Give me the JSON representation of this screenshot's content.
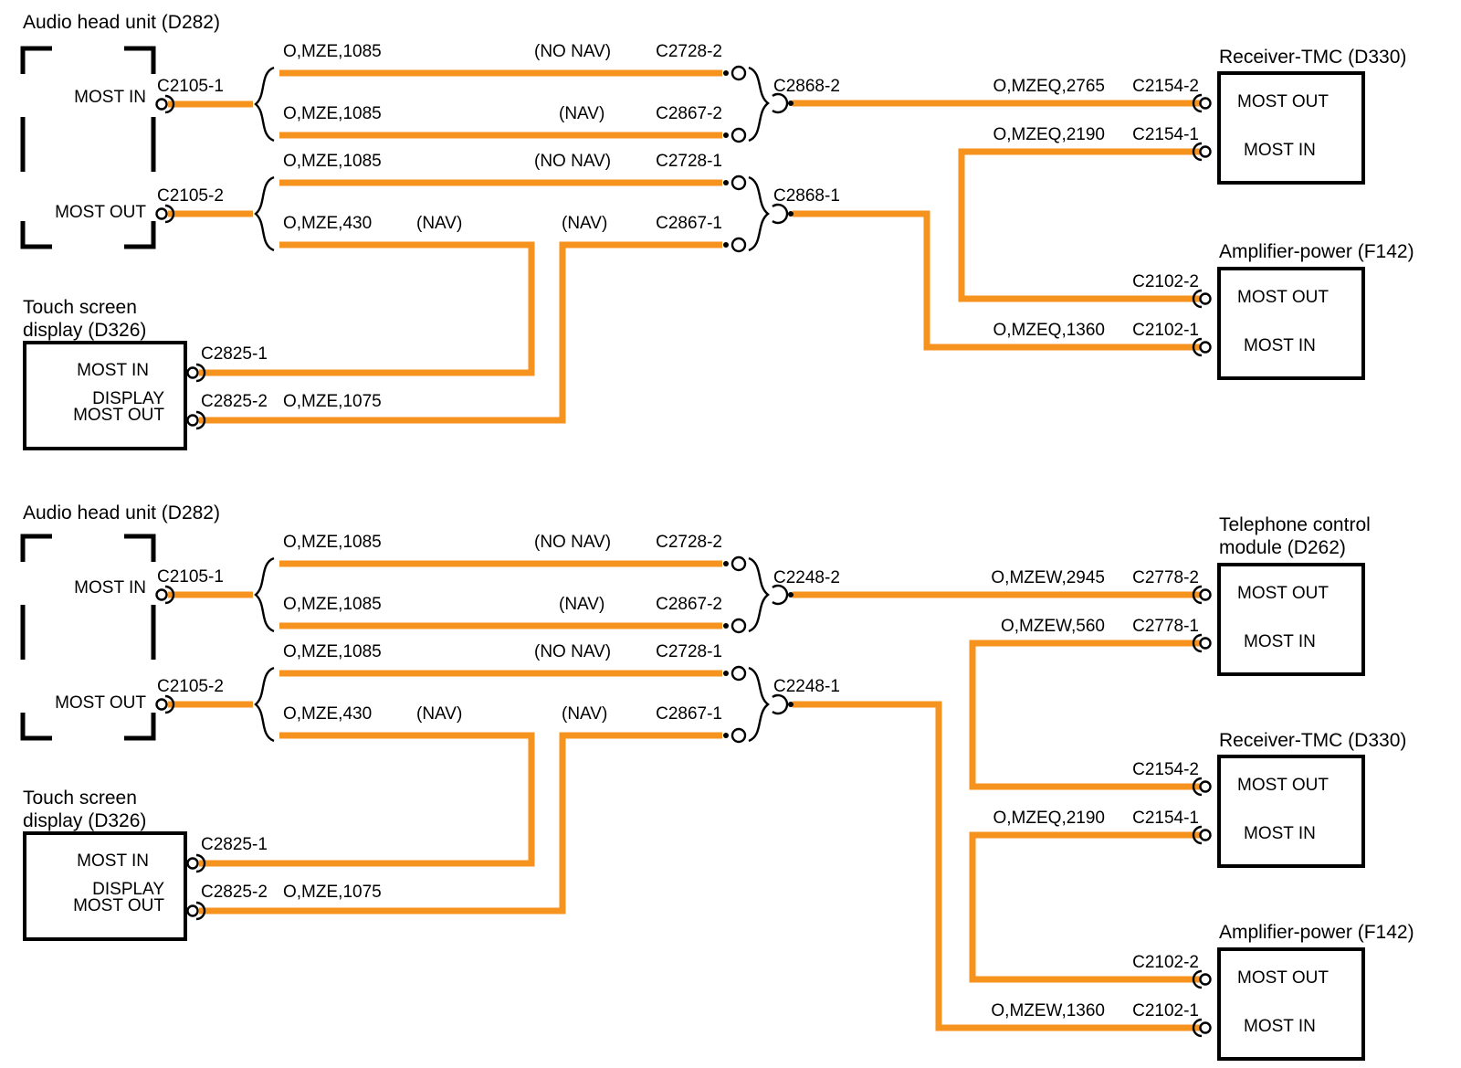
{
  "colors": {
    "wire": "#F6921E",
    "ink": "#000000",
    "background": "#FFFFFF"
  },
  "top_section": {
    "audio_unit": {
      "title": "Audio head unit (D282)",
      "port_in": "MOST IN",
      "port_out": "MOST OUT",
      "connector_in": "C2105-1",
      "connector_out": "C2105-2"
    },
    "branch_rows": [
      {
        "wire": "O,MZE,1085",
        "variant": "(NO NAV)",
        "connector": "C2728-2"
      },
      {
        "wire": "O,MZE,1085",
        "variant": "(NAV)",
        "connector": "C2867-2"
      },
      {
        "wire": "O,MZE,1085",
        "variant": "(NO NAV)",
        "connector": "C2728-1"
      },
      {
        "wire": "O,MZE,430",
        "variant_left": "(NAV)",
        "variant": "(NAV)",
        "connector": "C2867-1"
      }
    ],
    "merge_connectors": {
      "upper": "C2868-2",
      "lower": "C2868-1"
    },
    "touch_screen": {
      "title_line1": "Touch screen",
      "title_line2": "display (D326)",
      "port_in": "MOST IN",
      "port_out_line1": "DISPLAY",
      "port_out_line2": "MOST OUT",
      "connector_in": "C2825-1",
      "connector_out": "C2825-2",
      "wire_out": "O,MZE,1075"
    },
    "receiver": {
      "title": "Receiver-TMC (D330)",
      "port_out": "MOST OUT",
      "port_in": "MOST IN",
      "connector_out": "C2154-2",
      "connector_in": "C2154-1",
      "wire_out": "O,MZEQ,2765",
      "wire_in": "O,MZEQ,2190"
    },
    "amplifier": {
      "title": "Amplifier-power (F142)",
      "port_out": "MOST OUT",
      "port_in": "MOST IN",
      "connector_out": "C2102-2",
      "connector_in": "C2102-1",
      "wire_in": "O,MZEQ,1360"
    }
  },
  "bottom_section": {
    "audio_unit": {
      "title": "Audio head unit (D282)",
      "port_in": "MOST IN",
      "port_out": "MOST OUT",
      "connector_in": "C2105-1",
      "connector_out": "C2105-2"
    },
    "branch_rows": [
      {
        "wire": "O,MZE,1085",
        "variant": "(NO NAV)",
        "connector": "C2728-2"
      },
      {
        "wire": "O,MZE,1085",
        "variant": "(NAV)",
        "connector": "C2867-2"
      },
      {
        "wire": "O,MZE,1085",
        "variant": "(NO NAV)",
        "connector": "C2728-1"
      },
      {
        "wire": "O,MZE,430",
        "variant_left": "(NAV)",
        "variant": "(NAV)",
        "connector": "C2867-1"
      }
    ],
    "merge_connectors": {
      "upper": "C2248-2",
      "lower": "C2248-1"
    },
    "touch_screen": {
      "title_line1": "Touch screen",
      "title_line2": "display (D326)",
      "port_in": "MOST IN",
      "port_out_line1": "DISPLAY",
      "port_out_line2": "MOST OUT",
      "connector_in": "C2825-1",
      "connector_out": "C2825-2",
      "wire_out": "O,MZE,1075"
    },
    "telephone": {
      "title_line1": "Telephone control",
      "title_line2": "module (D262)",
      "port_out": "MOST OUT",
      "port_in": "MOST IN",
      "connector_out": "C2778-2",
      "connector_in": "C2778-1",
      "wire_out": "O,MZEW,2945",
      "wire_in": "O,MZEW,560"
    },
    "receiver": {
      "title": "Receiver-TMC (D330)",
      "port_out": "MOST OUT",
      "port_in": "MOST IN",
      "connector_out": "C2154-2",
      "connector_in": "C2154-1",
      "wire_in": "O,MZEQ,2190"
    },
    "amplifier": {
      "title": "Amplifier-power (F142)",
      "port_out": "MOST OUT",
      "port_in": "MOST IN",
      "connector_out": "C2102-2",
      "connector_in": "C2102-1",
      "wire_in": "O,MZEW,1360"
    }
  }
}
